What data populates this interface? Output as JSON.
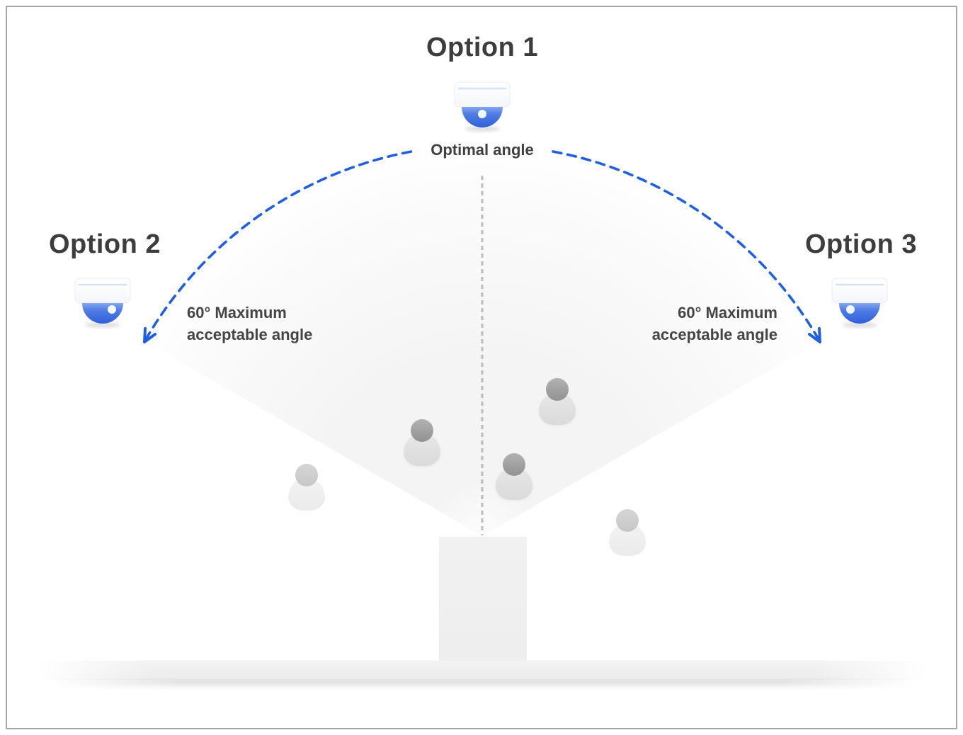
{
  "diagram": {
    "options": {
      "option1": {
        "title": "Option 1",
        "caption": "Optimal angle"
      },
      "option2": {
        "title": "Option 2"
      },
      "option3": {
        "title": "Option 3"
      }
    },
    "max_angle_labels": {
      "left": {
        "line1": "60° Maximum",
        "line2": "acceptable angle"
      },
      "right": {
        "line1": "60° Maximum",
        "line2": "acceptable angle"
      }
    },
    "max_acceptable_angle_degrees": 60,
    "colors": {
      "accent_blue": "#1f5fe0",
      "dome_blue_top": "#84a7f0",
      "dome_blue_bottom": "#3060d8",
      "text_dark": "#3d3d3d",
      "guide_gray": "#bcbcbc",
      "frame_gray": "#a7a7a7",
      "fan_tint": "#7d7d7d"
    },
    "icons": {
      "camera": "dome-camera-icon",
      "person_highlighted": "person-icon",
      "person_faded": "person-icon"
    },
    "people": {
      "highlighted_count": 3,
      "faded_count": 2
    }
  }
}
